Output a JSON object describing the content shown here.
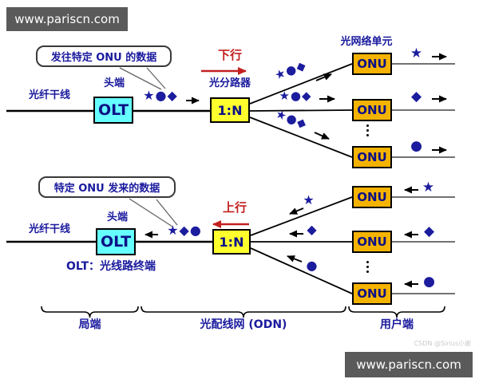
{
  "watermarks": {
    "top_left": "www.pariscn.com",
    "bottom_right": "www.pariscn.com",
    "credit": "CSDN @Sirius小谢"
  },
  "colors": {
    "navy": "#1a1a9e",
    "red": "#c42020",
    "olt_fill": "#66ffff",
    "splitter_fill": "#ffff2e",
    "onu_fill": "#f5b301"
  },
  "downstream": {
    "callout": "发往特定 ONU 的数据",
    "direction_label": "下行",
    "onu_section_title": "光网络单元",
    "headend": "头端",
    "trunk": "光纤干线",
    "olt": "OLT",
    "splitter": "1:N",
    "splitter_title": "光分路器",
    "trunk_symbols": "★●◆",
    "branches": [
      {
        "symbols": "★●◆",
        "onu": "ONU",
        "out_symbol": "★"
      },
      {
        "symbols": "★●◆",
        "onu": "ONU",
        "out_symbol": "◆"
      },
      {
        "symbols": "★●◆",
        "onu": "ONU",
        "out_symbol": "●"
      }
    ]
  },
  "upstream": {
    "callout": "特定 ONU 发来的数据",
    "direction_label": "上行",
    "headend": "头端",
    "trunk": "光纤干线",
    "olt": "OLT",
    "olt_note": "OLT：光线路终端",
    "splitter": "1:N",
    "trunk_symbols": "★◆●",
    "branches": [
      {
        "symbol": "★",
        "onu": "ONU",
        "in_symbol": "★"
      },
      {
        "symbol": "◆",
        "onu": "ONU",
        "in_symbol": "◆"
      },
      {
        "symbol": "●",
        "onu": "ONU",
        "in_symbol": "●"
      }
    ]
  },
  "legend": {
    "office": "局端",
    "odn": "光配线网 (ODN)",
    "user": "用户端"
  }
}
